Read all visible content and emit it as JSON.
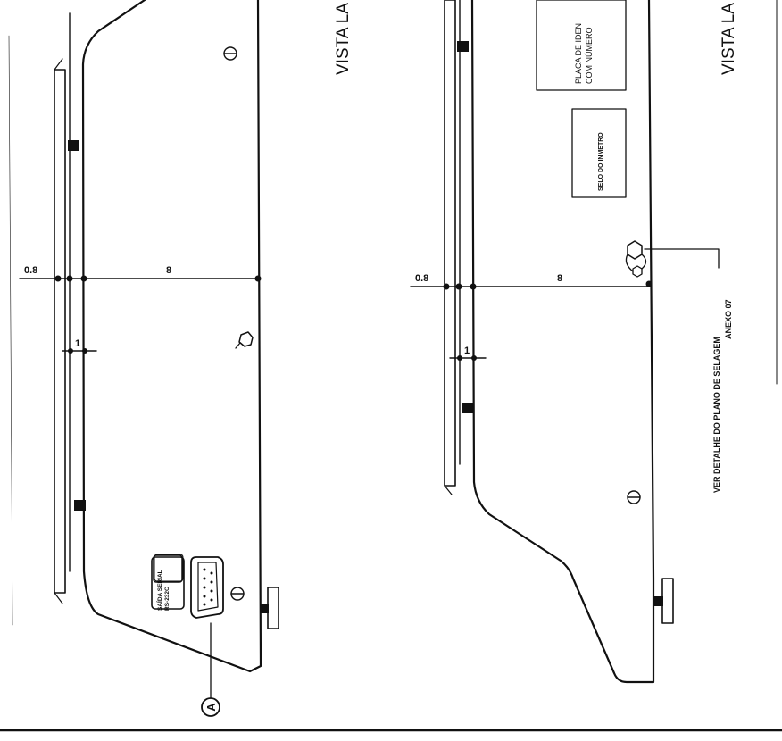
{
  "left_view": {
    "title": "VISTA LA",
    "dim_outer": "0.8",
    "dim_main": "8",
    "dim_small": "1",
    "serial_label_line1": "SAÍDA SERIAL",
    "serial_label_line2": "RS-232C",
    "callout": "A"
  },
  "right_view": {
    "title": "VISTA LA",
    "dim_outer": "0.8",
    "dim_main": "8",
    "dim_small": "1",
    "id_plate_line1": "PLACA DE IDEN",
    "id_plate_line2": "COM NÚMERO",
    "inmetro_seal": "SELO DO INMETRO",
    "note_line1": "VER DETALHE DO PLANO DE SELAGEM",
    "note_line2": "ANEXO 07"
  }
}
